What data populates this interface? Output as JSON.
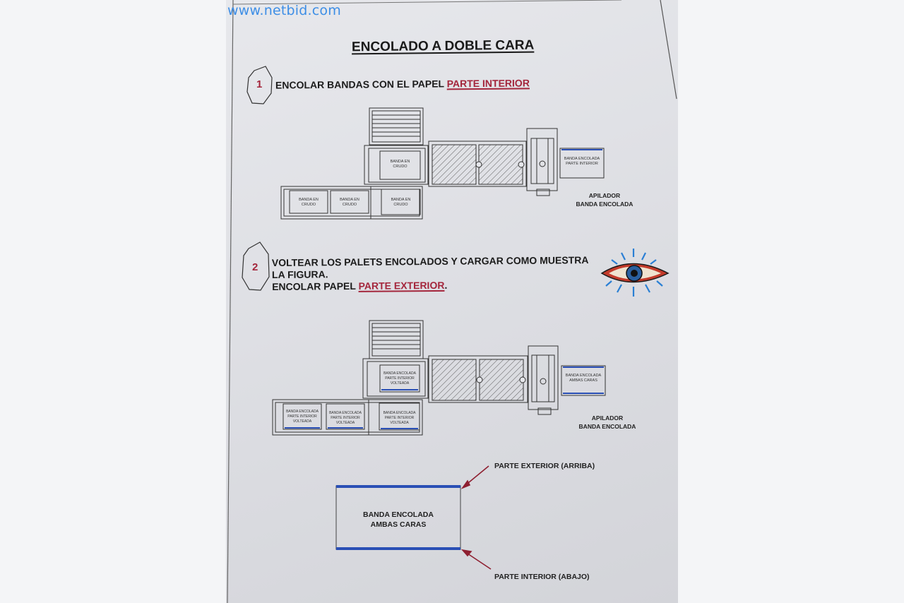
{
  "watermark": "www.netbid.com",
  "title": "ENCOLADO A DOBLE CARA",
  "step1": {
    "number": "1",
    "text": "ENCOLAR BANDAS CON EL PAPEL",
    "highlight": "PARTE INTERIOR",
    "labels": {
      "banda_top": "BANDA EN\nCRUDO",
      "banda_a": "BANDA EN\nCRUDO",
      "banda_b": "BANDA EN\nCRUDO",
      "banda_c": "BANDA EN\nCRUDO",
      "output": "BANDA ENCOLADA\nPARTE INTERIOR",
      "stacker": "APILADOR\nBANDA ENCOLADA"
    }
  },
  "step2": {
    "number": "2",
    "line1": "VOLTEAR LOS PALETS ENCOLADOS Y CARGAR COMO MUESTRA LA FIGURA.",
    "line2_prefix": "ENCOLAR PAPEL",
    "highlight": "PARTE EXTERIOR",
    "line2_suffix": ".",
    "labels": {
      "banda_top": "BANDA ENCOLADA\nPARTE INTERIOR\nVOLTEADA",
      "banda_a": "BANDA ENCOLADA\nPARTE INTERIOR\nVOLTEADA",
      "banda_b": "BANDA ENCOLADA\nPARTE INTERIOR\nVOLTEADA",
      "banda_c": "BANDA ENCOLADA\nPARTE INTERIOR\nVOLTEADA",
      "output": "BANDA ENCOLADA\nAMBAS CARAS",
      "stacker": "APILADOR\nBANDA ENCOLADA"
    }
  },
  "legend": {
    "top_label": "PARTE EXTERIOR (ARRIBA)",
    "bottom_label": "PARTE INTERIOR (ABAJO)",
    "box_text": "BANDA ENCOLADA\nAMBAS CARAS"
  },
  "colors": {
    "accent_red": "#a4263c",
    "blue_edge": "#2a4fb5",
    "eye_blue": "#2a7fd4"
  },
  "icons": {
    "eye": "eye-icon"
  }
}
